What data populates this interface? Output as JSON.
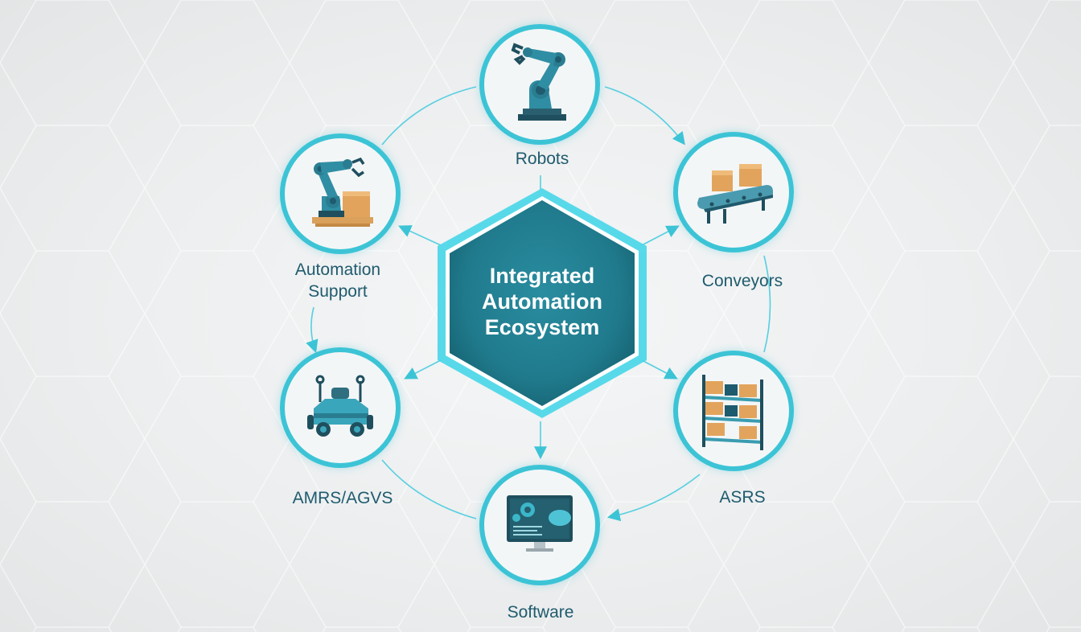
{
  "center": {
    "line1": "Integrated",
    "line2": "Automation",
    "line3": "Ecosystem"
  },
  "nodes": [
    {
      "id": "robots",
      "label": "Robots",
      "icon": "robotic-arm-icon"
    },
    {
      "id": "conveyors",
      "label": "Conveyors",
      "icon": "conveyor-belt-icon"
    },
    {
      "id": "asrs",
      "label": "ASRS",
      "icon": "storage-rack-icon"
    },
    {
      "id": "software",
      "label": "Software",
      "icon": "computer-monitor-icon"
    },
    {
      "id": "amrs",
      "label": "AMRS/AGVS",
      "icon": "mobile-robot-icon"
    },
    {
      "id": "support",
      "label_line1": "Automation",
      "label_line2": "Support",
      "icon": "robot-arm-pallet-icon"
    }
  ],
  "colors": {
    "accent": "#3cc4d6",
    "hex_fill": "#1f7a8c",
    "label": "#1f5b6e",
    "box": "#e2a45c",
    "robot": "#2f8ea3",
    "robot_dark": "#1f4f5e"
  }
}
